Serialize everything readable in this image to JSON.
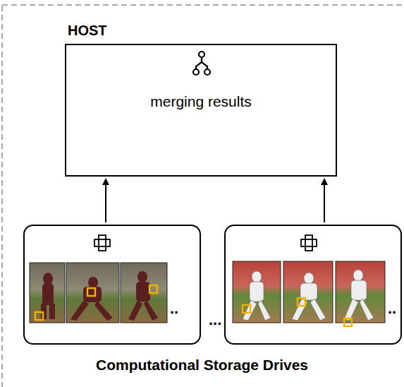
{
  "diagram": {
    "nodes": [
      {
        "text": [
          "HOST",
          "merging results"
        ]
      },
      {
        "text": [
          ".."
        ]
      },
      {
        "text": [
          ".."
        ]
      }
    ],
    "edges": [
      {
        "from": 1,
        "to": 0,
        "arrow": "to"
      },
      {
        "from": 2,
        "to": 0,
        "arrow": "to"
      }
    ],
    "labels": [
      "...",
      "Computational Storage Drives"
    ]
  }
}
